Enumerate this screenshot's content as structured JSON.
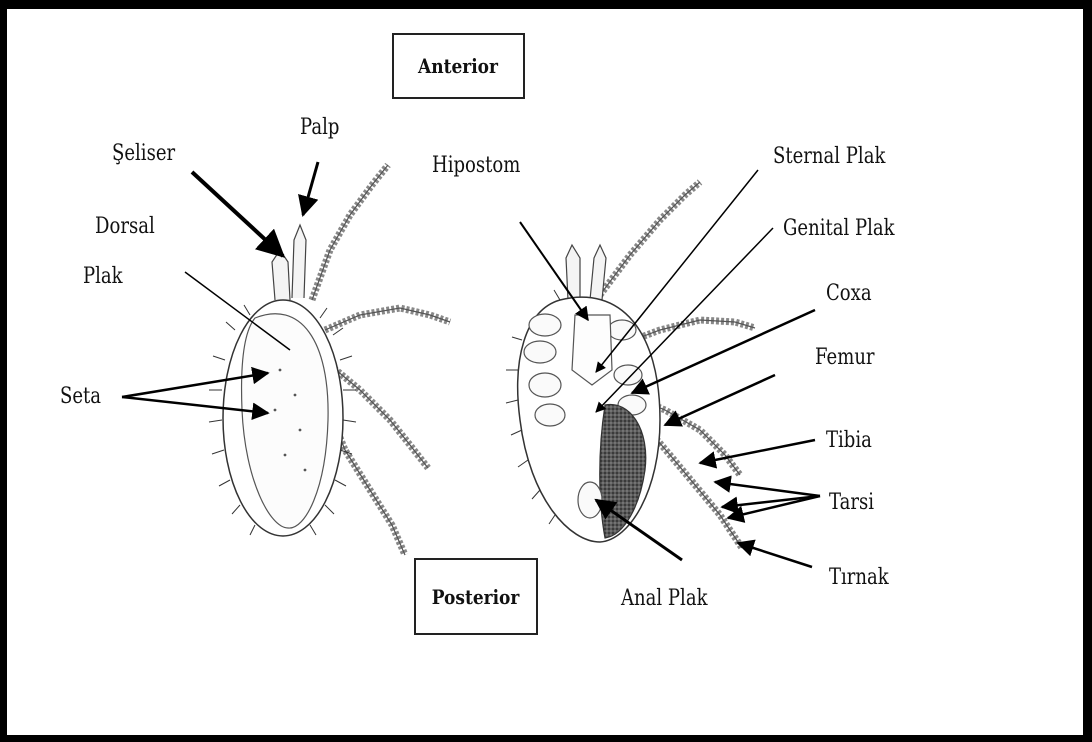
{
  "orientation": {
    "anterior": "Anterior",
    "posterior": "Posterior"
  },
  "dorsal_labels": {
    "palp": "Palp",
    "seliser": "Şeliser",
    "dorsal": "Dorsal",
    "plak": "Plak",
    "seta": "Seta"
  },
  "ventral_labels": {
    "hipostom": "Hipostom",
    "sternal_plak": "Sternal Plak",
    "genital_plak": "Genital Plak",
    "coxa": "Coxa",
    "femur": "Femur",
    "tibia": "Tibia",
    "tarsi": "Tarsi",
    "tirnak": "Tırnak",
    "anal_plak": "Anal Plak"
  }
}
